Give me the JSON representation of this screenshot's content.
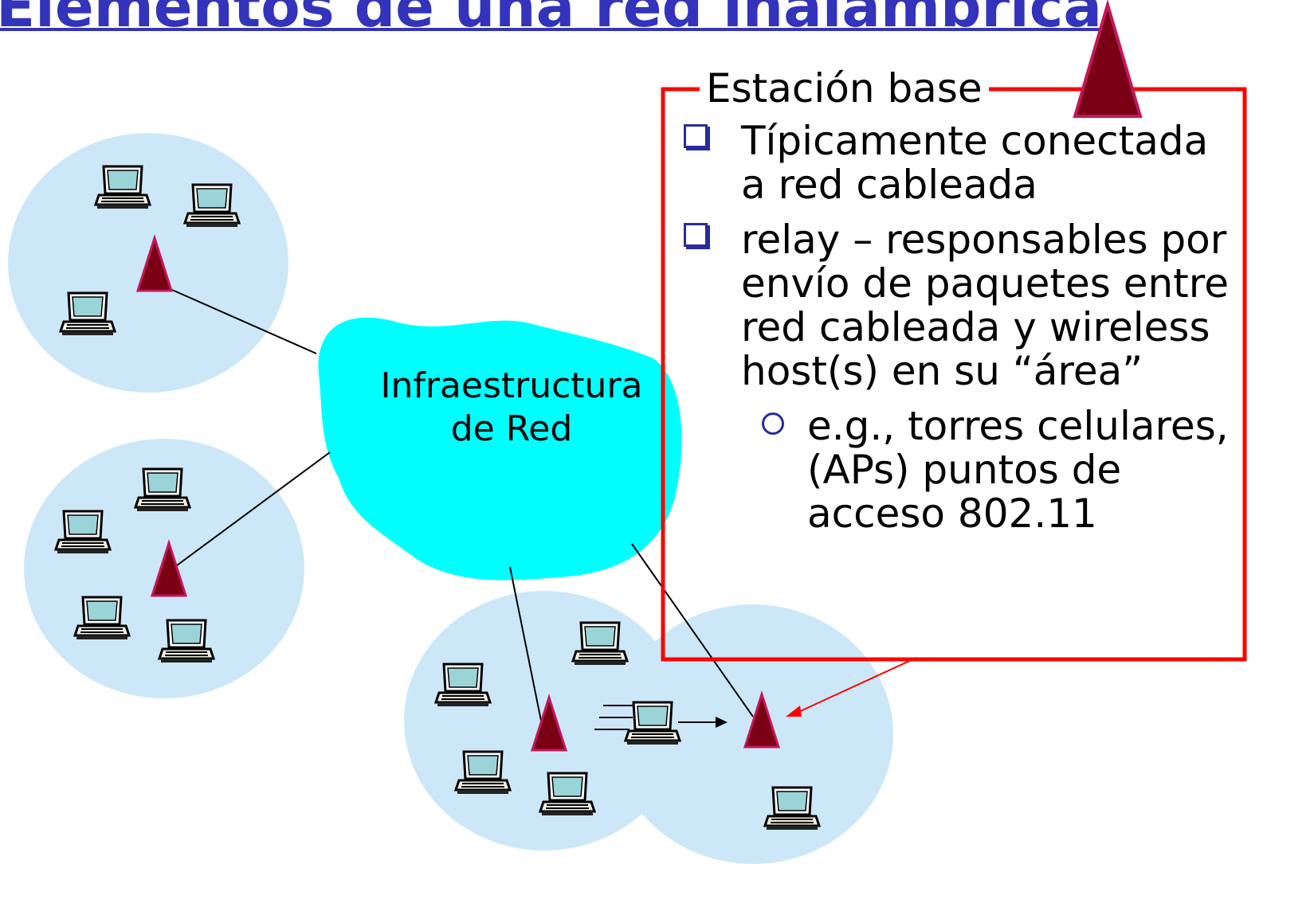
{
  "title": "Elementos de una red inalámbrica",
  "cloud": {
    "label_line1": "Infraestructura",
    "label_line2": "de Red",
    "color": "#00ffff"
  },
  "callout": {
    "heading": "Estación base",
    "bullets": [
      "Típicamente conectada a red cableada",
      "relay – responsables por envío de paquetes entre red cableada y wireless host(s) en su “área”"
    ],
    "sub_bullet": "e.g., torres celulares, (APs) puntos de acceso 802.11",
    "border_color": "#ff0000"
  },
  "colors": {
    "cell": "#cce8f8",
    "base_station": "#7a0014",
    "base_station_outline": "#c2185b",
    "title": "#3333bb"
  },
  "icons": [
    "base-station-icon",
    "laptop-icon",
    "motion-lines-icon"
  ]
}
